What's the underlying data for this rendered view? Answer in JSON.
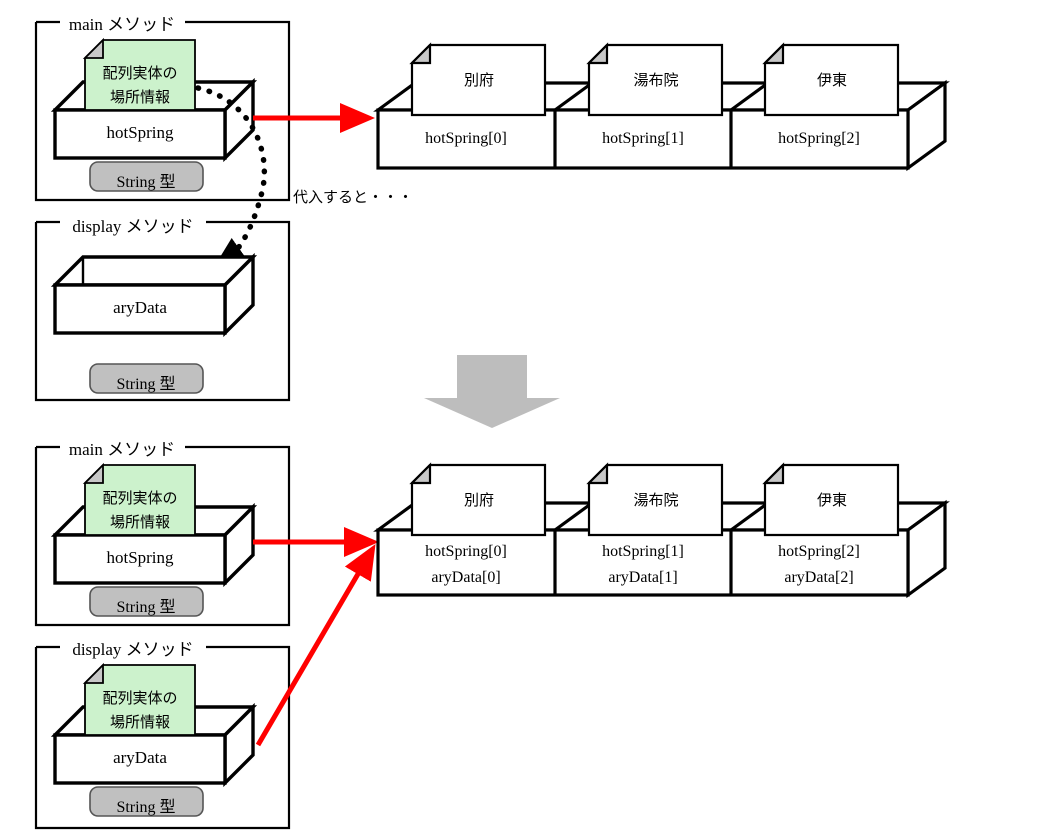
{
  "diagram": {
    "title_text": "代入すると・・・",
    "colors": {
      "note_green": "#ccf2cc",
      "note_white": "#ffffff",
      "fold_gray": "#c8c8c8",
      "badge_gray": "#c0c0c0",
      "arrow_red": "#ff0000",
      "arrow_gray": "#bdbdbd",
      "outline": "#000000"
    },
    "note_label": {
      "line1": "配列実体の",
      "line2": "場所情報"
    },
    "type_badge": "String 型",
    "method_main": "main メソッド",
    "method_display": "display メソッド",
    "var_hotspring": "hotSpring",
    "var_arydata": "aryData",
    "top": {
      "frames": [
        {
          "name": "main-frame-top",
          "label": "main メソッド",
          "var": "hotSpring",
          "type": "String 型",
          "has_note": true
        },
        {
          "name": "display-frame-top",
          "label": "display メソッド",
          "var": "aryData",
          "type": "String 型",
          "has_note": false
        }
      ],
      "array": {
        "cells": [
          {
            "paper": "別府",
            "labels": [
              "hotSpring[0]"
            ]
          },
          {
            "paper": "湯布院",
            "labels": [
              "hotSpring[1]"
            ]
          },
          {
            "paper": "伊東",
            "labels": [
              "hotSpring[2]"
            ]
          }
        ]
      },
      "caption": "代入すると・・・"
    },
    "bottom": {
      "frames": [
        {
          "name": "main-frame-bottom",
          "label": "main メソッド",
          "var": "hotSpring",
          "type": "String 型",
          "has_note": true
        },
        {
          "name": "display-frame-bottom",
          "label": "display メソッド",
          "var": "aryData",
          "type": "String 型",
          "has_note": true
        }
      ],
      "array": {
        "cells": [
          {
            "paper": "別府",
            "labels": [
              "hotSpring[0]",
              "aryData[0]"
            ]
          },
          {
            "paper": "湯布院",
            "labels": [
              "hotSpring[1]",
              "aryData[1]"
            ]
          },
          {
            "paper": "伊東",
            "labels": [
              "hotSpring[2]",
              "aryData[2]"
            ]
          }
        ]
      }
    }
  }
}
